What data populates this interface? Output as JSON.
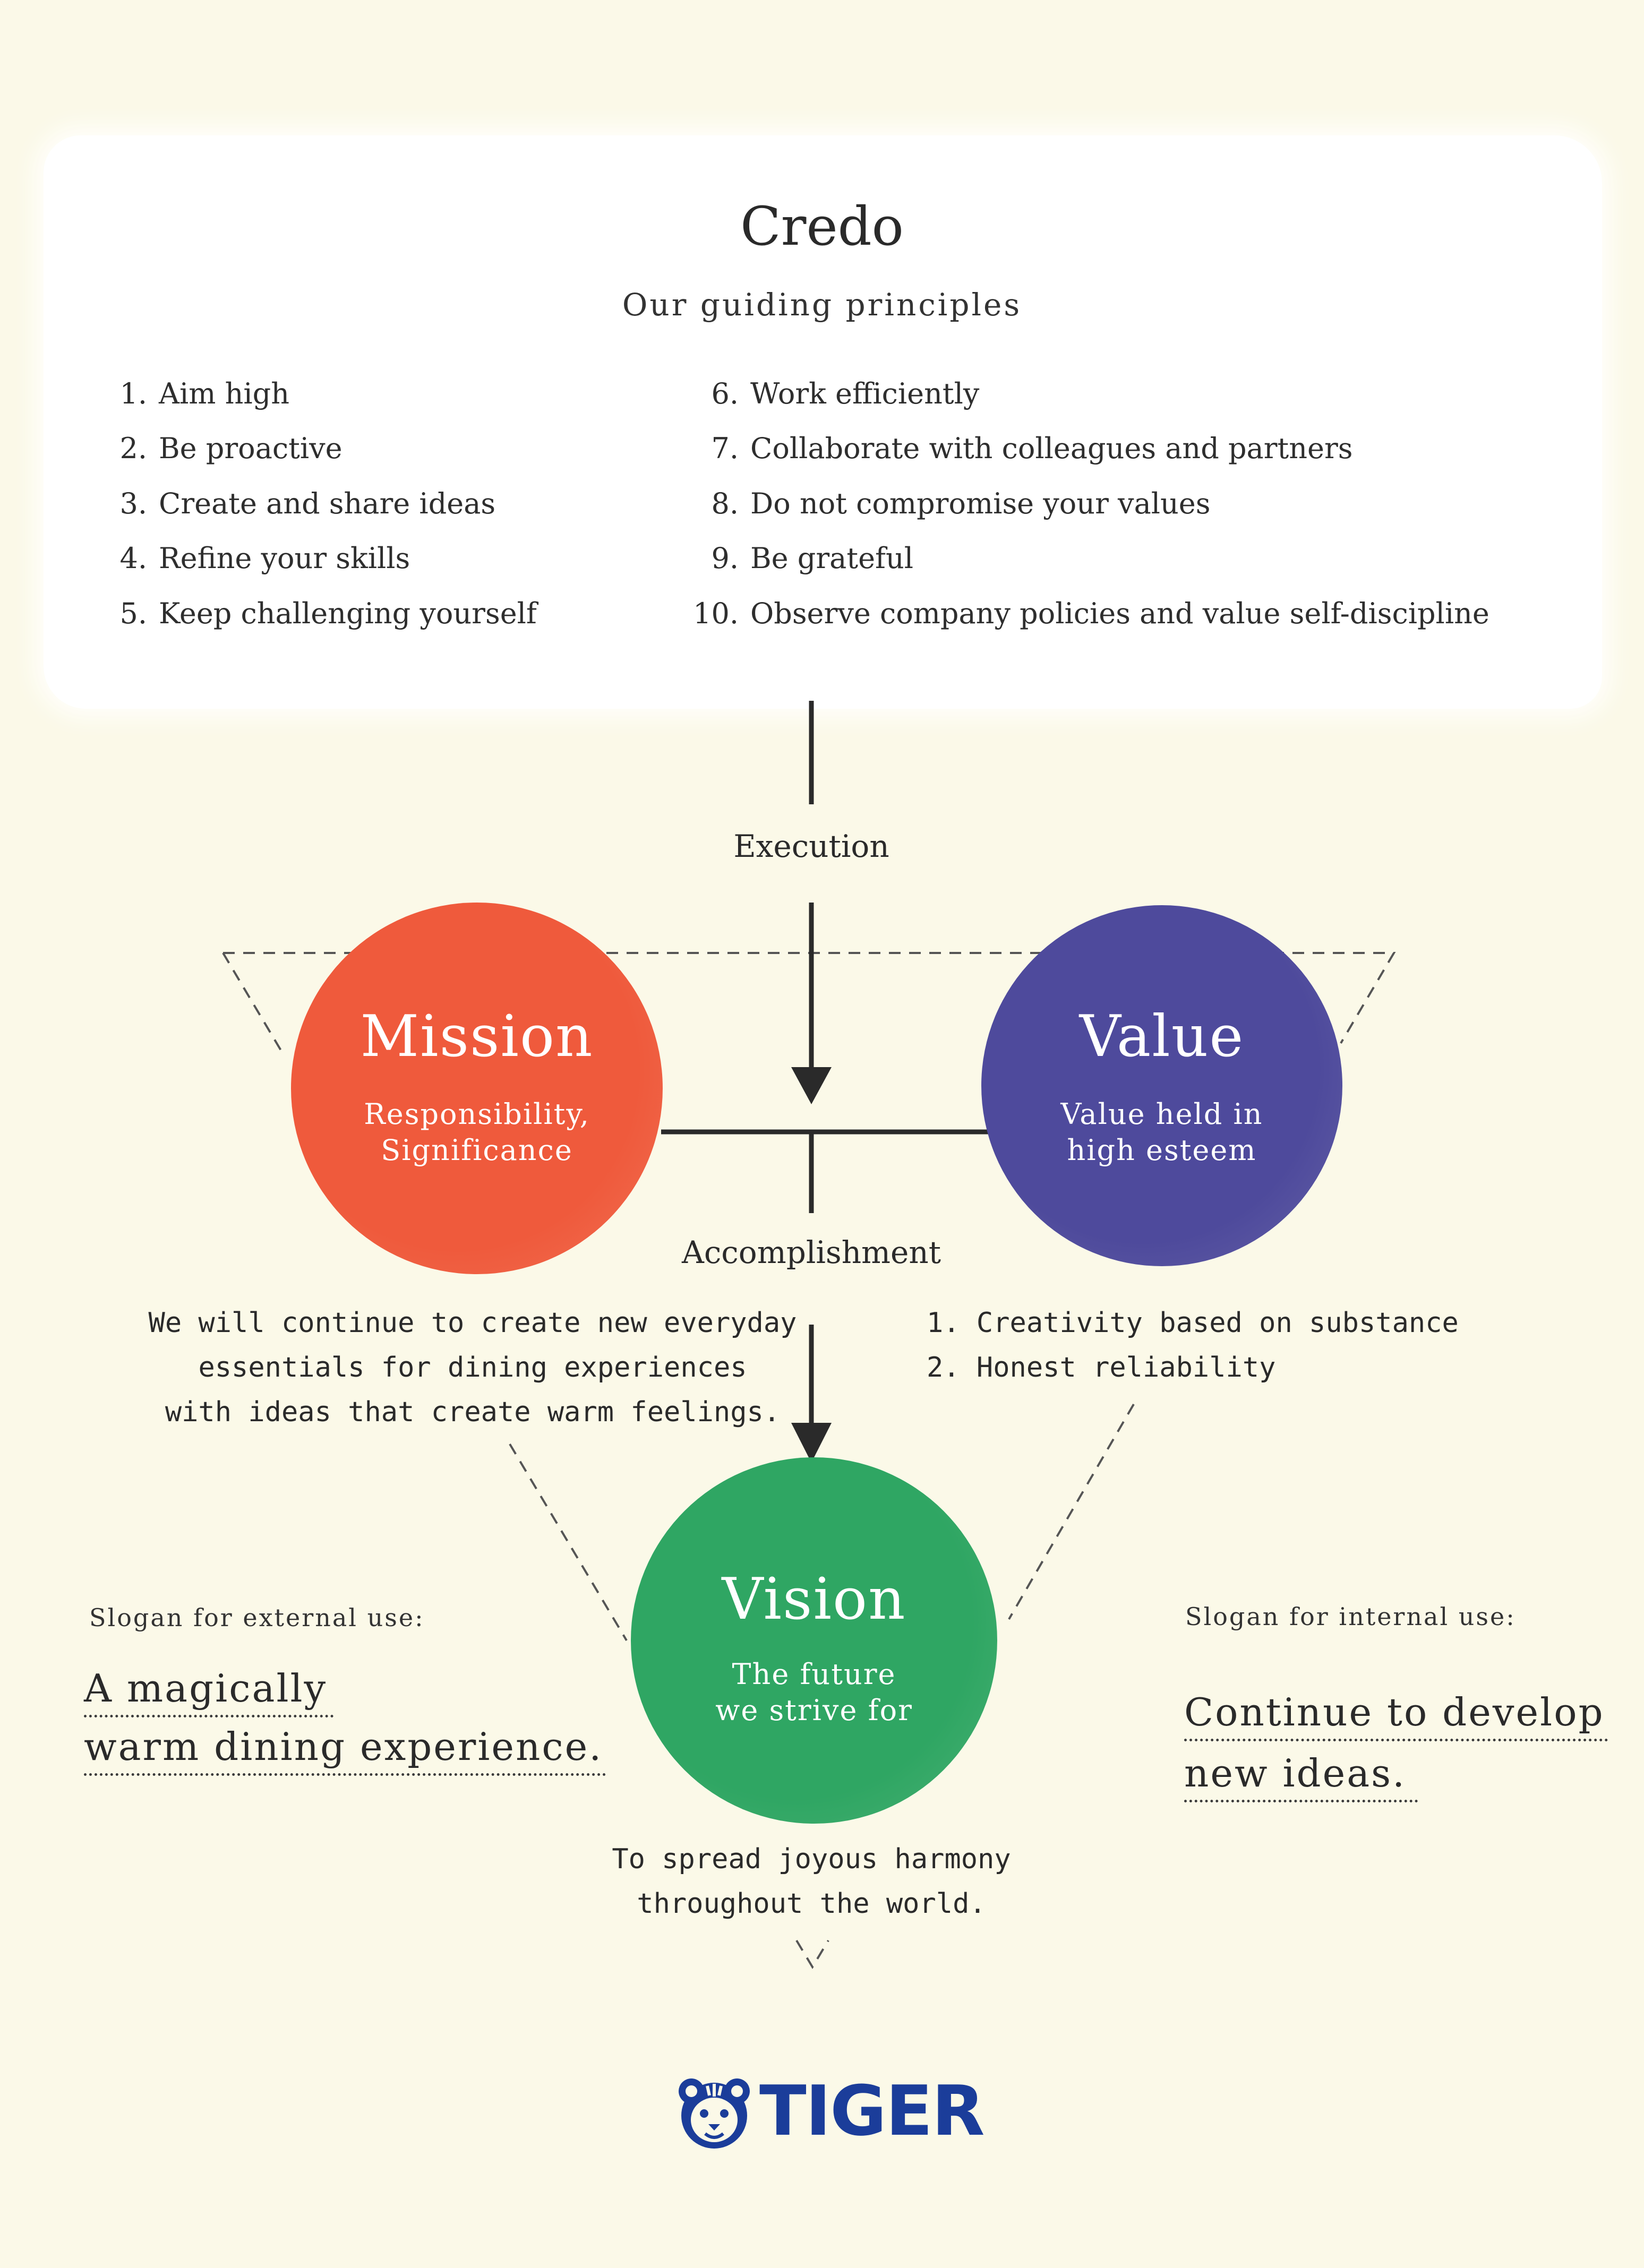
{
  "credo": {
    "title": "Credo",
    "subtitle": "Our guiding principles",
    "principles_left": [
      {
        "num": "1.",
        "text": "Aim high"
      },
      {
        "num": "2.",
        "text": "Be proactive"
      },
      {
        "num": "3.",
        "text": "Create and share ideas"
      },
      {
        "num": "4.",
        "text": "Refine your skills"
      },
      {
        "num": "5.",
        "text": "Keep challenging yourself"
      }
    ],
    "principles_right": [
      {
        "num": "6.",
        "text": "Work efficiently"
      },
      {
        "num": "7.",
        "text": "Collaborate with colleagues and partners"
      },
      {
        "num": "8.",
        "text": "Do not compromise your values"
      },
      {
        "num": "9.",
        "text": "Be grateful"
      },
      {
        "num": "10.",
        "text": "Observe company policies and value self-discipline"
      }
    ]
  },
  "flow": {
    "execution": "Execution",
    "accomplishment": "Accomplishment"
  },
  "mission": {
    "title": "Mission",
    "sub1": "Responsibility,",
    "sub2": "Significance",
    "color": "#ef5a3c",
    "statement": [
      "We will continue to create new everyday",
      "essentials for dining experiences",
      "with ideas that create warm feelings."
    ]
  },
  "value": {
    "title": "Value",
    "sub1": "Value held in",
    "sub2": "high esteem",
    "color": "#4e4a9c",
    "statement": [
      "1. Creativity based on substance",
      "2. Honest reliability"
    ]
  },
  "vision": {
    "title": "Vision",
    "sub1": "The future",
    "sub2": "we strive for",
    "color": "#2fa663",
    "statement": [
      "To spread joyous harmony",
      "throughout the world."
    ]
  },
  "slogans": {
    "external_label": "Slogan for external use:",
    "external_line1": "A magically",
    "external_line2": "warm dining experience.",
    "internal_label": "Slogan for internal use:",
    "internal_line1": "Continue to develop",
    "internal_line2": "new ideas."
  },
  "brand": {
    "logo_text": "TIGER",
    "logo_icon": "tiger-face-icon",
    "color": "#1b3d9a"
  }
}
